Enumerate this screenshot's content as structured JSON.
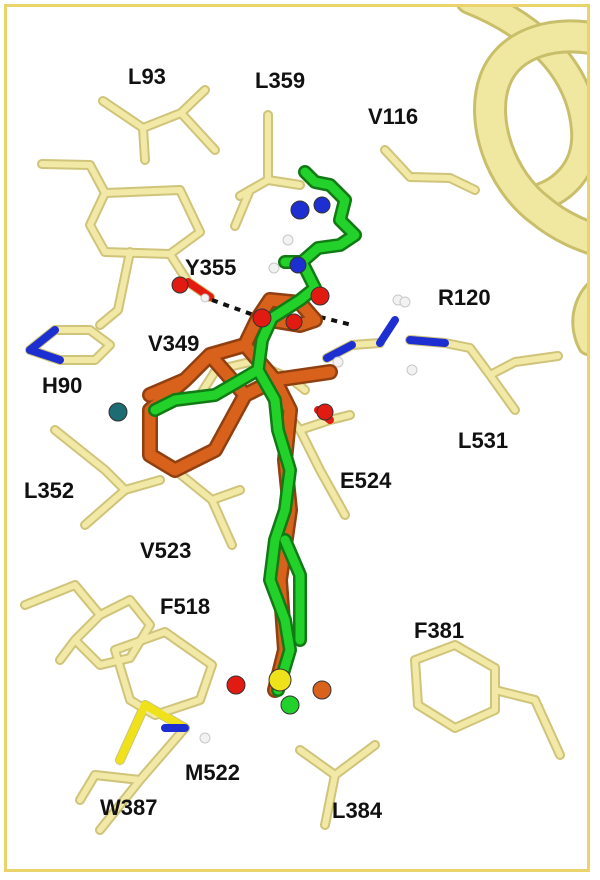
{
  "colors": {
    "residue": "#f1e9a5",
    "helix": "#f0e8a0",
    "frame": "#ead36a",
    "ligand_green": "#22d12a",
    "ligand_orange": "#d8621c",
    "oxygen": "#e21b12",
    "nitrogen": "#1e2fd1",
    "sulfur": "#f0e21a",
    "chlorine": "#1d6b73",
    "hydrogen": "#f2f2f2"
  },
  "labels": {
    "L93": "L93",
    "L359": "L359",
    "V116": "V116",
    "Y355": "Y355",
    "R120": "R120",
    "V349": "V349",
    "H90": "H90",
    "L531": "L531",
    "L352": "L352",
    "E524": "E524",
    "V523": "V523",
    "F518": "F518",
    "F381": "F381",
    "M522": "M522",
    "W387": "W387",
    "L384": "L384"
  }
}
